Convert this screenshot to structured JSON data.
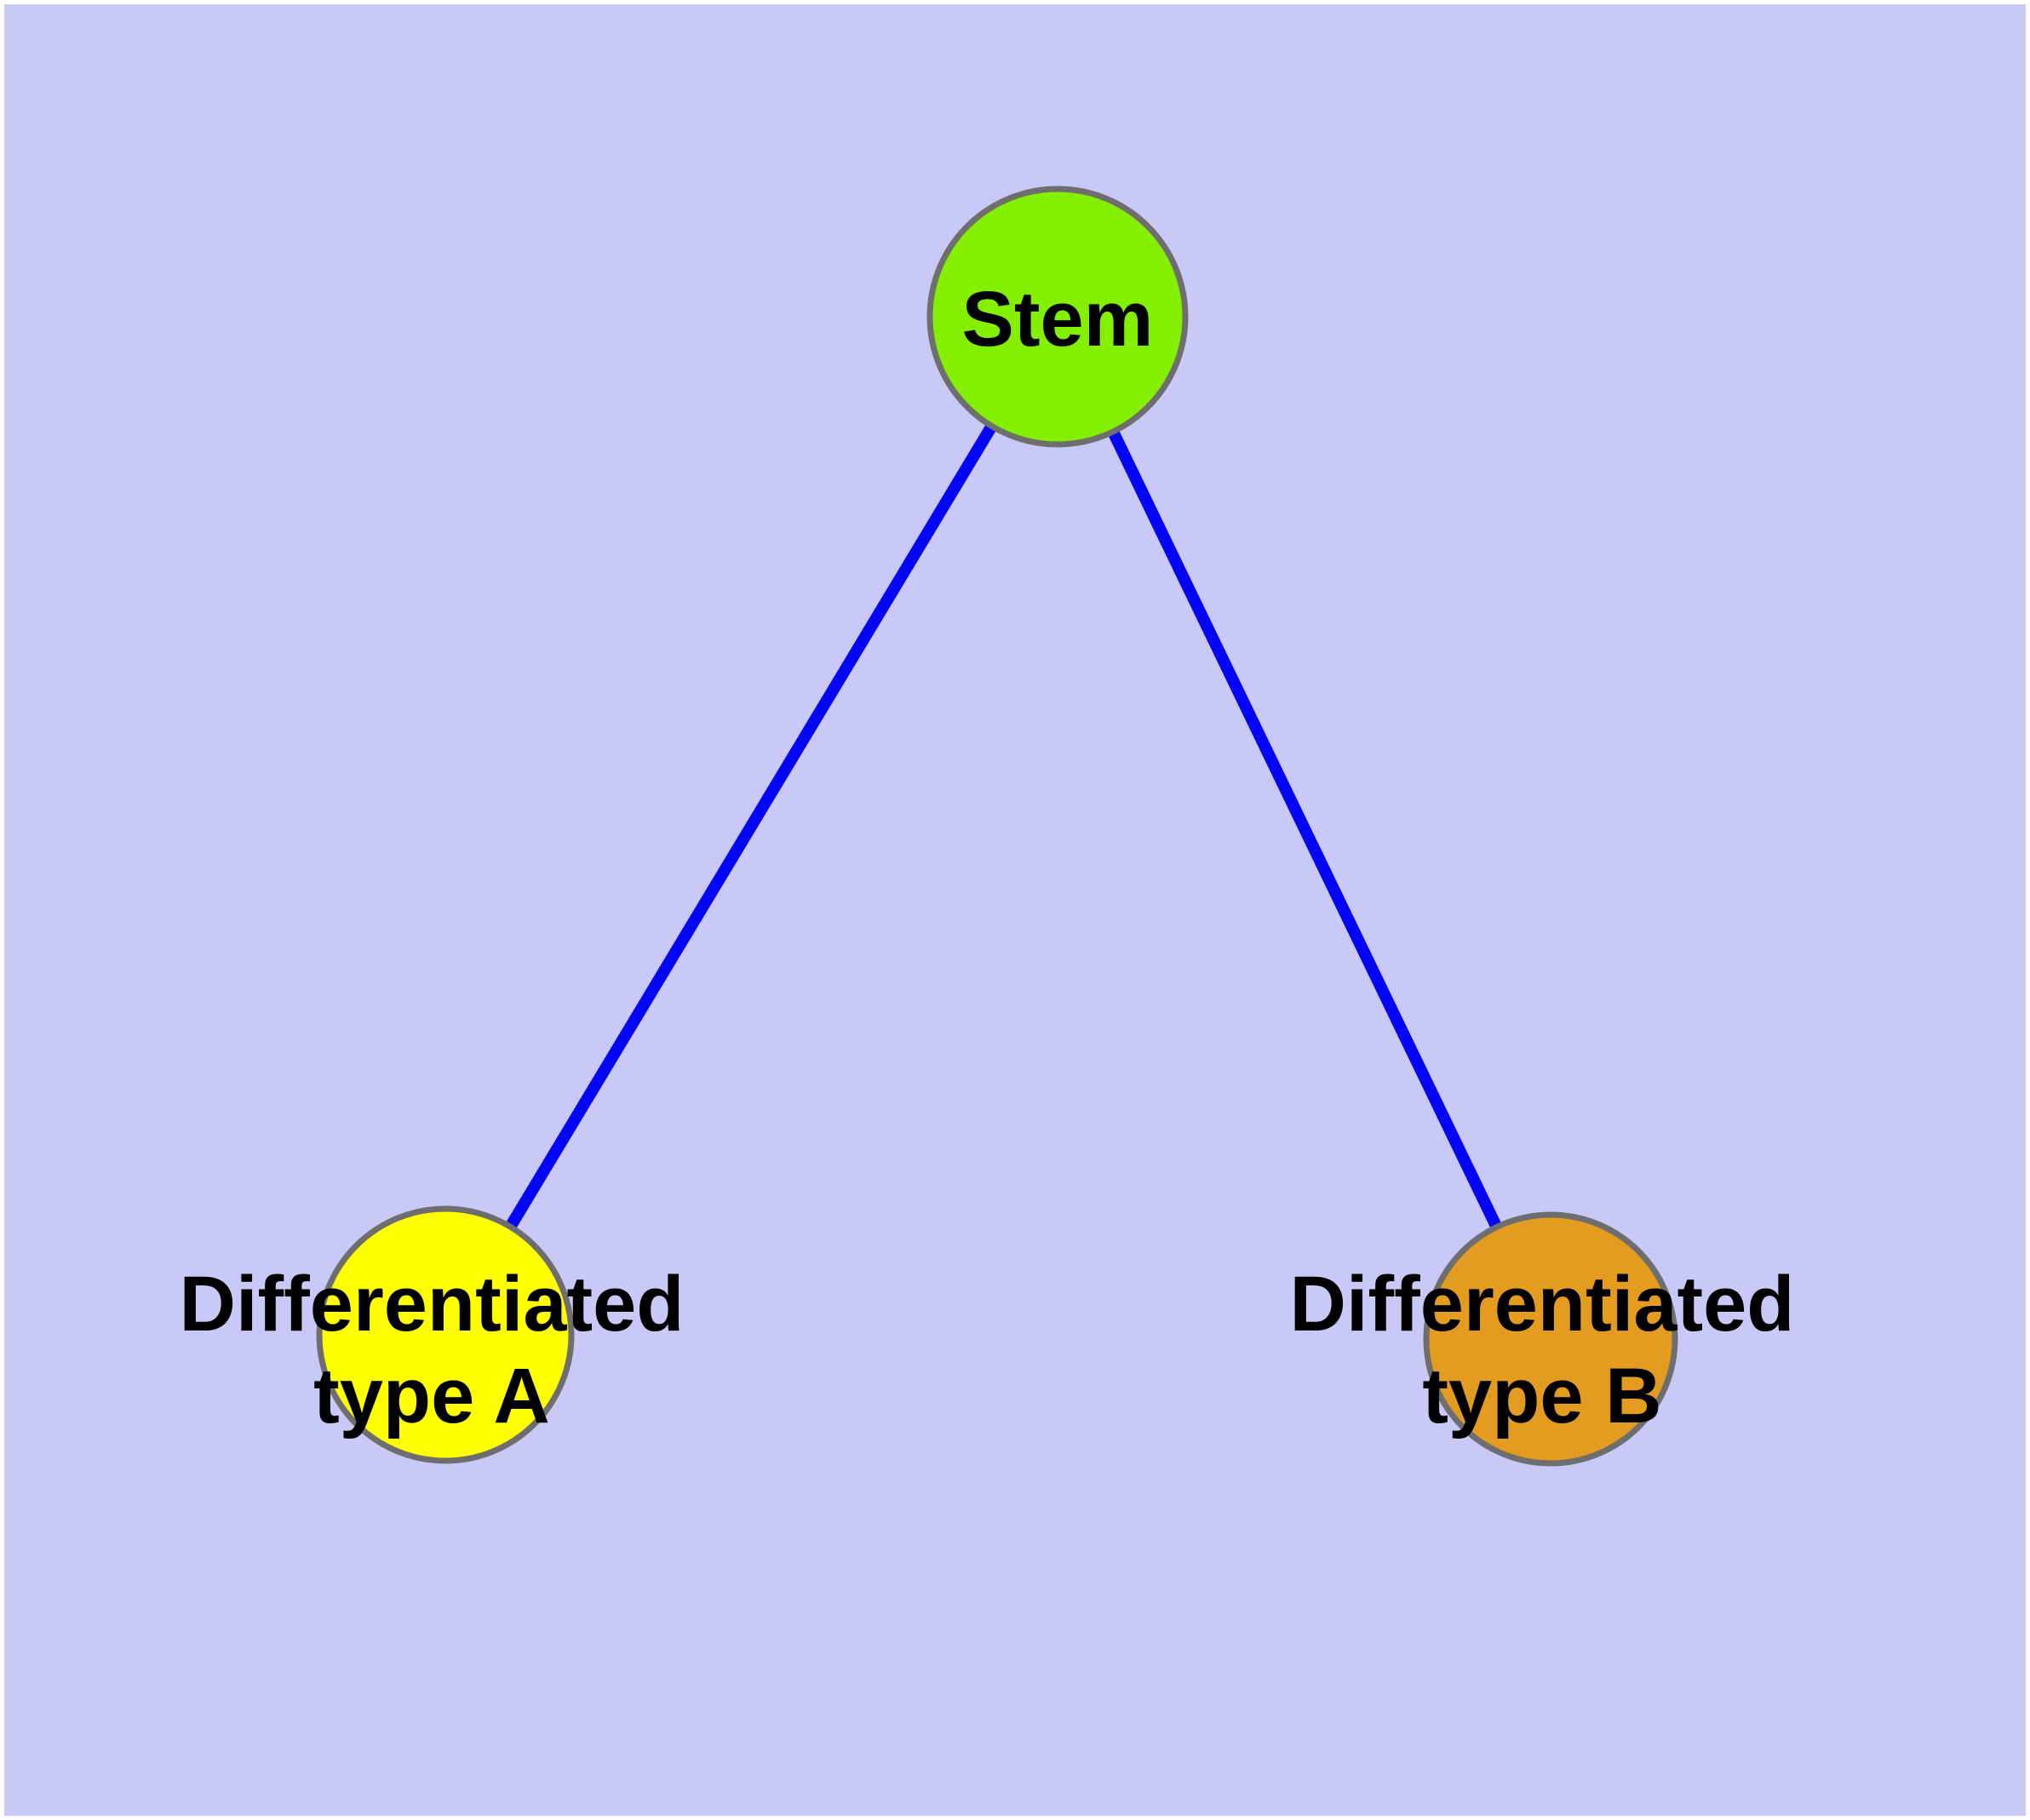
{
  "diagram": {
    "type": "graph",
    "nodes": [
      {
        "id": "stem",
        "label": "Stem",
        "shape": "circle",
        "fill": "#84F000"
      },
      {
        "id": "type-a",
        "label": "Differentiated type A",
        "label_line1": "Differentiated",
        "label_line2": "type A",
        "shape": "circle",
        "fill": "#FFFF00"
      },
      {
        "id": "type-b",
        "label": "Differentiated type B",
        "label_line1": "Differentiated",
        "label_line2": "type B",
        "shape": "circle",
        "fill": "#E49C20"
      }
    ],
    "edges": [
      {
        "from": "Stem",
        "to": "Differentiated type A"
      },
      {
        "from": "Stem",
        "to": "Differentiated type B"
      }
    ]
  },
  "colors": {
    "background": "#C9C9F8",
    "frame": "#FFFFFF",
    "node_stem": "#84F000",
    "node_type_a": "#FFFF00",
    "node_type_b": "#E49C20",
    "node_border": "#6E6E6E",
    "edge": "#0505F5",
    "label_text": "#000000"
  }
}
